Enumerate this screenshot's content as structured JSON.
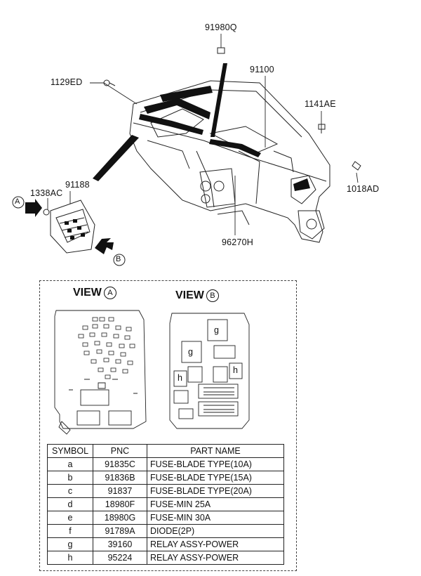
{
  "callouts": {
    "p91980Q": "91980Q",
    "p91100": "91100",
    "p1129ED": "1129ED",
    "p1141AE": "1141AE",
    "p1018AD": "1018AD",
    "p91188": "91188",
    "p1338AC": "1338AC",
    "p96270H": "96270H"
  },
  "arrows": {
    "a": "A",
    "b": "B"
  },
  "views": {
    "a_title": "VIEW",
    "a_letter": "A",
    "b_title": "VIEW",
    "b_letter": "B",
    "b_labels": {
      "g1": "g",
      "g2": "g",
      "h1": "h",
      "h2": "h"
    }
  },
  "table": {
    "headers": {
      "symbol": "SYMBOL",
      "pnc": "PNC",
      "name": "PART NAME"
    },
    "rows": [
      {
        "symbol": "a",
        "pnc": "91835C",
        "name": "FUSE-BLADE TYPE(10A)"
      },
      {
        "symbol": "b",
        "pnc": "91836B",
        "name": "FUSE-BLADE TYPE(15A)"
      },
      {
        "symbol": "c",
        "pnc": "91837",
        "name": "FUSE-BLADE TYPE(20A)"
      },
      {
        "symbol": "d",
        "pnc": "18980F",
        "name": "FUSE-MIN 25A"
      },
      {
        "symbol": "e",
        "pnc": "18980G",
        "name": "FUSE-MIN 30A"
      },
      {
        "symbol": "f",
        "pnc": "91789A",
        "name": "DIODE(2P)"
      },
      {
        "symbol": "g",
        "pnc": "39160",
        "name": "RELAY ASSY-POWER"
      },
      {
        "symbol": "h",
        "pnc": "95224",
        "name": "RELAY ASSY-POWER"
      }
    ]
  }
}
